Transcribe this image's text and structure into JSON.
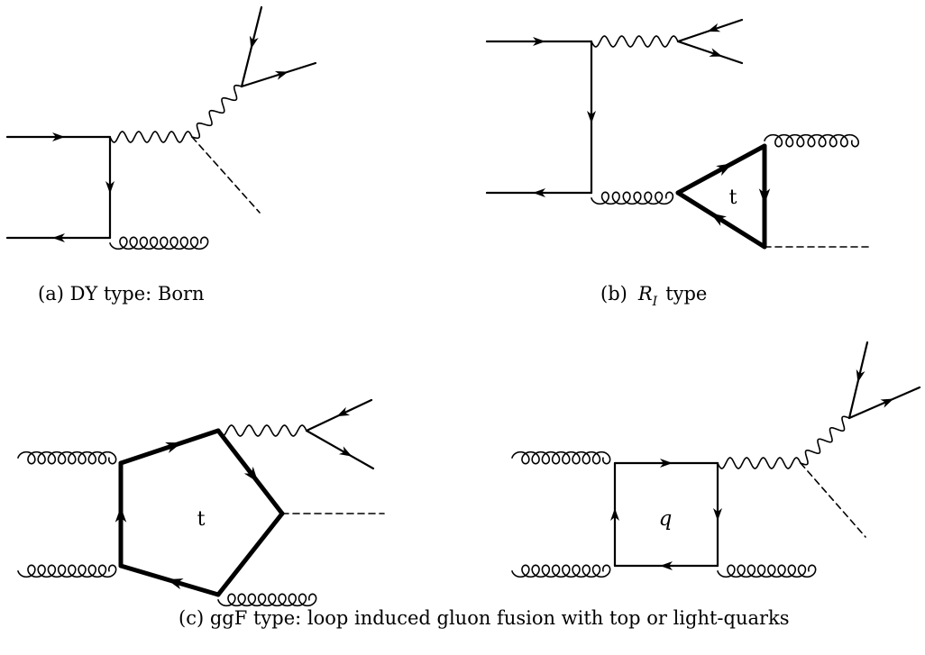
{
  "captions": {
    "a": "(a)  DY type: Born",
    "b_prefix": "(b)",
    "b_symbol": "R",
    "b_subscript": "I",
    "b_suffix": "type",
    "c": "(c)  ggF type: loop induced gluon fusion with top or light-quarks"
  },
  "labels": {
    "top_triangle": "t",
    "top_pentagon": "t",
    "quark_box": "q"
  }
}
